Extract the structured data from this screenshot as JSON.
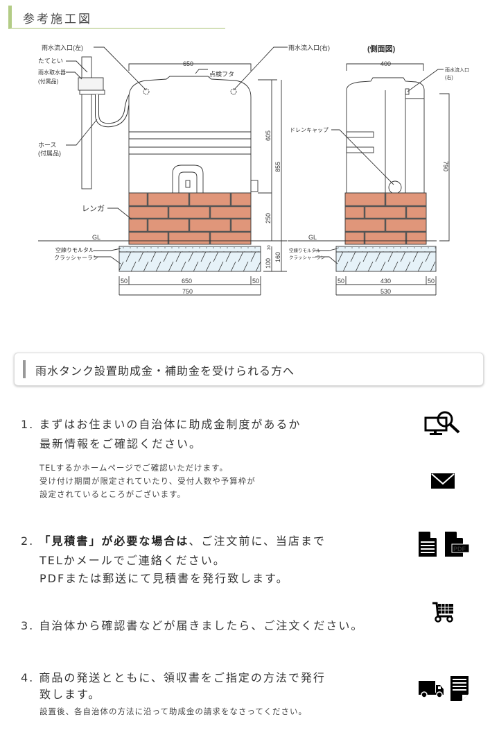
{
  "section_title": "参考施工図",
  "diagram": {
    "front": {
      "inlet_left": "雨水流入口(左)",
      "inlet_right": "雨水流入口(右)",
      "downspout": "たてとい",
      "collector": "雨水取水器",
      "collector_note": "(付属品)",
      "hose": "ホース",
      "hose_note": "(付属品)",
      "lid": "点検フタ",
      "brick": "レンガ",
      "gl": "GL",
      "mortar": "空練りモルタル",
      "crusher": "クラッシャーラン",
      "dim_top": "650",
      "dim_605": "605",
      "dim_855": "855",
      "dim_250": "250",
      "dim_30": "30",
      "dim_100": "100",
      "dim_160": "160",
      "dim_50_left": "50",
      "dim_650": "650",
      "dim_50_right": "50",
      "dim_750": "750"
    },
    "side": {
      "title": "(側面図)",
      "dim_top": "400",
      "inlet_right": "雨水流入口",
      "inlet_right_note": "(右)",
      "drain_cap": "ドレンキャップ",
      "dim_790": "790",
      "gl": "GL",
      "mortar": "空練りモルタル",
      "crusher": "クラッシャーラン",
      "dim_50_left": "50",
      "dim_430": "430",
      "dim_50_right": "50",
      "dim_530": "530"
    }
  },
  "subsidy": {
    "heading": "雨水タンク設置助成金・補助金を受けられる方へ",
    "steps": [
      {
        "line1": "1. まずはお住まいの自治体に助成金制度があるか",
        "line2": "最新情報をご確認ください。",
        "notes": [
          "TELするかホームページでご確認いただけます。",
          "受け付け期間が限定されていたり、受付人数や予算枠が",
          "設定されているところがございます。"
        ],
        "icons": [
          "monitor-search-icon",
          "mail-icon"
        ]
      },
      {
        "prefix": "2. ",
        "bold": "「見積書」が必要な場合は",
        "line1_rest": "、ご注文前に、当店まで",
        "line2": "TELかメールでご連絡ください。",
        "line3": "PDFまたは郵送にて見積書を発行致します。",
        "icons": [
          "document-icon",
          "pdf-icon"
        ],
        "pdf_label": "PDF"
      },
      {
        "line1": "3. 自治体から確認書などが届きましたら、ご注文ください。",
        "icons": [
          "cart-icon"
        ]
      },
      {
        "line1": "4. 商品の発送とともに、領収書をご指定の方法で発行",
        "line2": "致します。",
        "notes": [
          "設置後、各自治体の方法に沿って助成金の請求をなさってください。"
        ],
        "icons": [
          "truck-icon",
          "receipt-icon"
        ]
      }
    ]
  },
  "colors": {
    "accent_green": "#b3cc86",
    "brick": "#e0967a",
    "base": "#e6f2f8"
  }
}
